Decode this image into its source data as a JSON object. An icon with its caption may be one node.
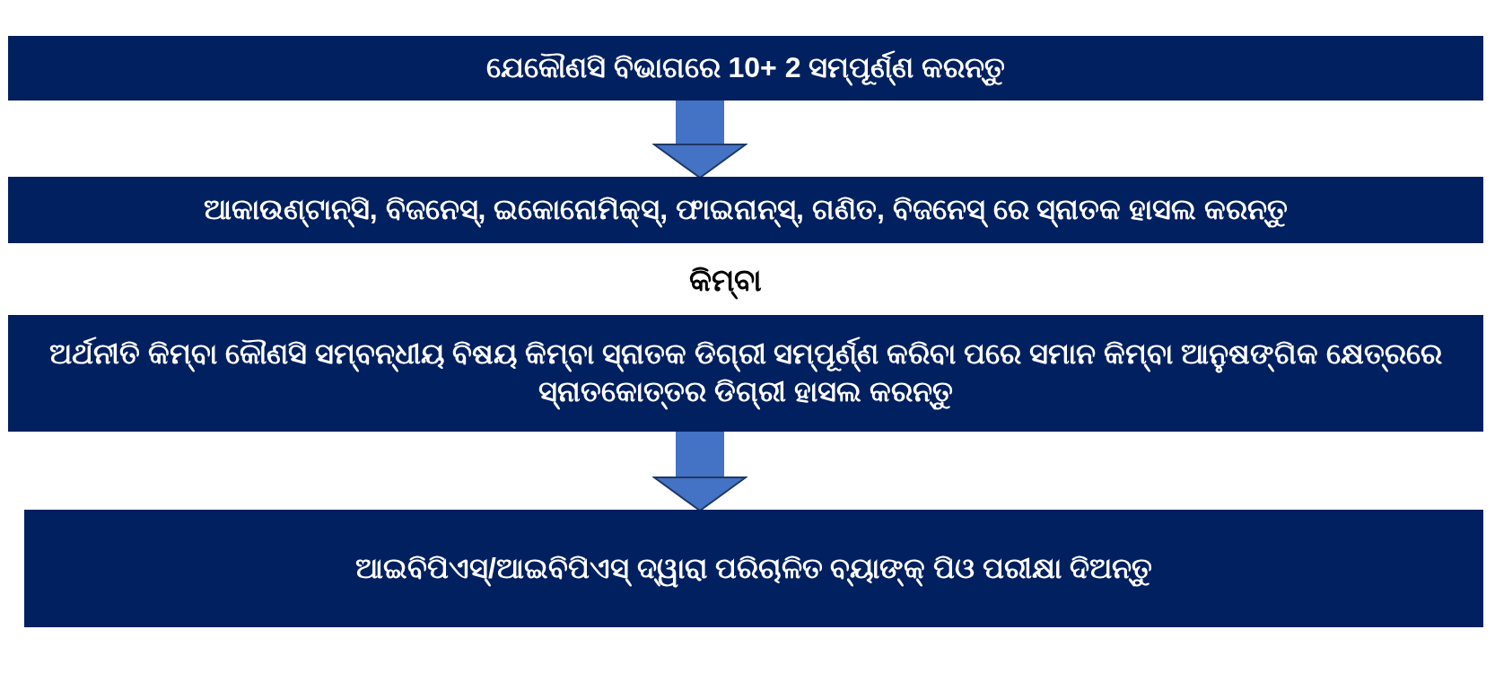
{
  "diagram": {
    "nodes": [
      {
        "text": [
          "ଯେକୌଣସି ବିଭାଗରେ 10+ 2 ସମ୍ପୂର୍ଣ୍ଣ କରନ୍ତୁ"
        ]
      },
      {
        "text": [
          "ଆକାଉଣ୍ଟାନ୍ସି, ବିଜନେସ୍, ଇକୋନୋମିକ୍ସ୍, ଫାଇନାନ୍ସ୍, ଗଣିତ, ବିଜନେସ୍ ରେ ସ୍ନାତକ ହାସଲ କରନ୍ତୁ"
        ]
      },
      {
        "text": [
          "ଅର୍ଥନୀତି କିମ୍ବା କୌଣସି ସମ୍ବନ୍ଧୀୟ ବିଷୟ କିମ୍ବା ସ୍ନାତକ ଡିଗ୍ରୀ ସମ୍ପୂର୍ଣ୍ଣ କରିବା ପରେ ସମାନ କିମ୍ବା ଆନୁଷଙ୍ଗିକ କ୍ଷେତ୍ରରେ ସ୍ନାତକୋତ୍ତର ଡିଗ୍ରୀ ହାସଲ କରନ୍ତୁ"
        ]
      },
      {
        "text": [
          "ଆଇବିପିଏସ୍/ଆଇବିପିଏସ୍ ଦ୍ୱାରା ପରିଚାଳିତ ବ୍ୟାଙ୍କ୍ ପିଓ ପରୀକ୍ଷା ଦିଅନ୍ତୁ"
        ]
      }
    ],
    "edges": [
      {
        "from": 0,
        "to": 1,
        "arrow": "to"
      },
      {
        "from": 2,
        "to": 3,
        "arrow": "to"
      }
    ],
    "labels": [
      "କିମ୍ବା"
    ]
  }
}
